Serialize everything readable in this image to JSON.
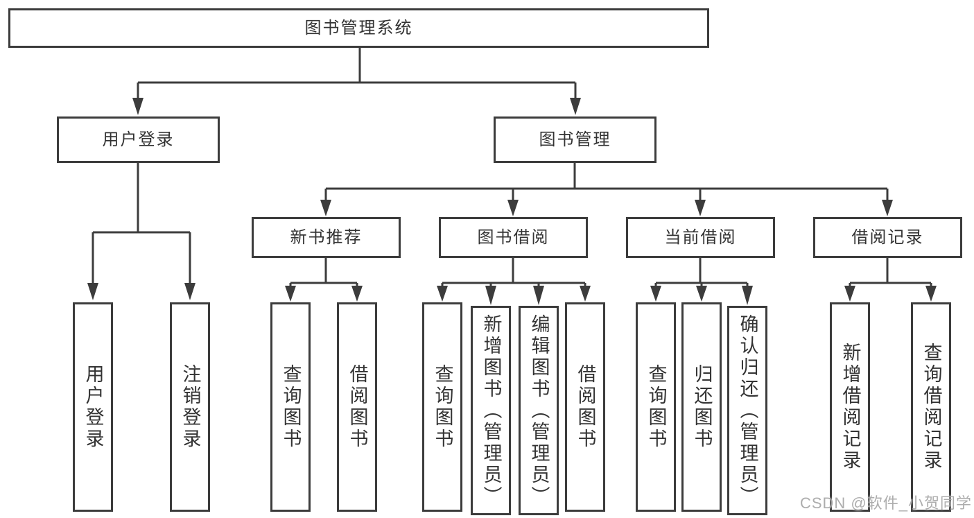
{
  "tree": {
    "root": {
      "label": "图书管理系统",
      "children": [
        {
          "label": "用户登录",
          "children": [
            {
              "label": "用户登录"
            },
            {
              "label": "注销登录"
            }
          ]
        },
        {
          "label": "图书管理",
          "children": [
            {
              "label": "新书推荐",
              "children": [
                {
                  "label": "查询图书"
                },
                {
                  "label": "借阅图书"
                }
              ]
            },
            {
              "label": "图书借阅",
              "children": [
                {
                  "label": "查询图书"
                },
                {
                  "label": "新增图书（管理员）"
                },
                {
                  "label": "编辑图书（管理员）"
                },
                {
                  "label": "借阅图书"
                }
              ]
            },
            {
              "label": "当前借阅",
              "children": [
                {
                  "label": "查询图书"
                },
                {
                  "label": "归还图书"
                },
                {
                  "label": "确认归还（管理员）"
                }
              ]
            },
            {
              "label": "借阅记录",
              "children": [
                {
                  "label": "新增借阅记录"
                },
                {
                  "label": "查询借阅记录"
                }
              ]
            }
          ]
        }
      ]
    }
  },
  "watermark": {
    "text": "CSDN @软件_小贺同学"
  },
  "colors": {
    "line": "#3c3c3c",
    "text": "#333333",
    "box_fill": "#ffffff",
    "watermark": "#a4a4a4",
    "background": "#ffffff"
  }
}
